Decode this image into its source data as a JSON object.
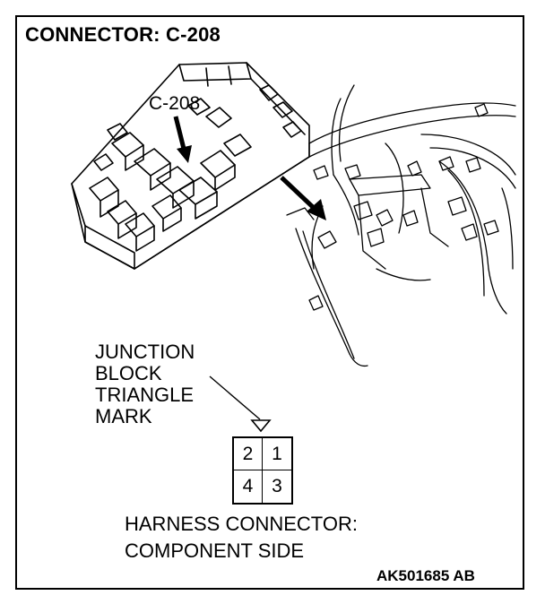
{
  "title": "CONNECTOR: C-208",
  "callout_label": "C-208",
  "junction_block_label": [
    "JUNCTION",
    "BLOCK",
    "TRIANGLE",
    "MARK"
  ],
  "pins": {
    "top_left": "2",
    "top_right": "1",
    "bottom_left": "4",
    "bottom_right": "3"
  },
  "caption": [
    "HARNESS CONNECTOR:",
    "COMPONENT SIDE"
  ],
  "figure_code": "AK501685 AB",
  "colors": {
    "line": "#000000",
    "background": "#ffffff"
  }
}
